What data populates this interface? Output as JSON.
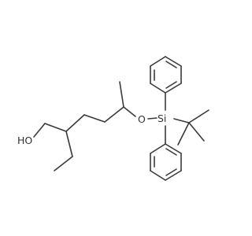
{
  "molecule": {
    "labels": {
      "hydroxyl": "HO",
      "ether_oxygen": "O",
      "silicon": "Si"
    }
  },
  "colors": {
    "background": "#ffffff",
    "bond": "#3a3a3a",
    "label": "#333333"
  }
}
